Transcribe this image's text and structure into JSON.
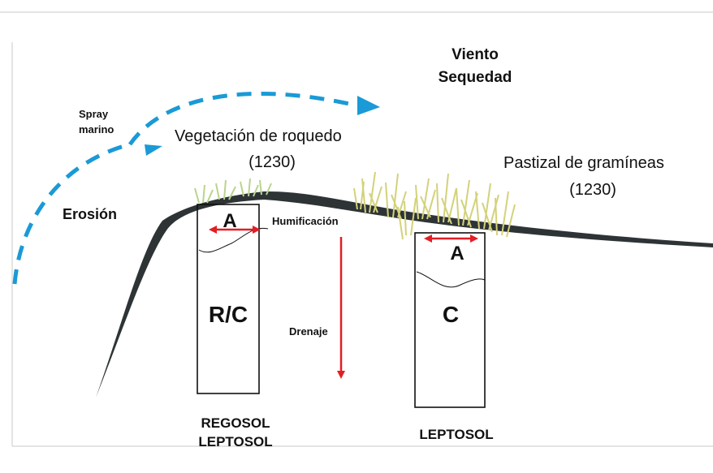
{
  "labels": {
    "wind": "Viento",
    "dryness": "Sequedad",
    "spray_line1": "Spray",
    "spray_line2": "marino",
    "erosion": "Erosión",
    "rock_vegetation": "Vegetación de roquedo",
    "rock_vegetation_code": "(1230)",
    "grassland": "Pastizal de gramíneas",
    "grassland_code": "(1230)",
    "humification": "Humificación",
    "drainage": "Drenaje",
    "profile1_horizon_a": "A",
    "profile1_horizon_rc": "R/C",
    "profile2_horizon_a": "A",
    "profile2_horizon_c": "C",
    "profile1_name_line1": "REGOSOL",
    "profile1_name_line2": "LEPTOSOL",
    "profile2_name": "LEPTOSOL"
  },
  "colors": {
    "spray_arrow": "#1a9ad6",
    "terrain": "#2e3436",
    "arrows": "#e31e24",
    "rock_vegetation": "#b9d48e",
    "grassland": "#d3d27a",
    "frame": "#c8c8c8"
  }
}
